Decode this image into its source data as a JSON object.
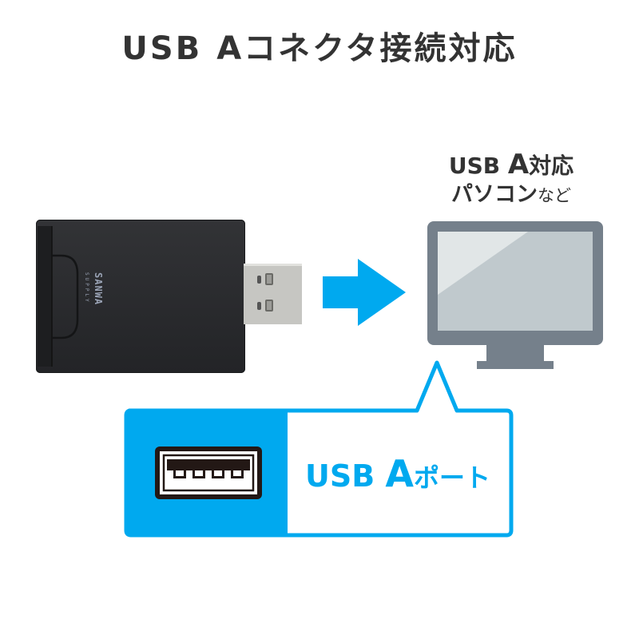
{
  "title": {
    "part1": "USB",
    "part2": "Aコネクタ接続対応"
  },
  "pc_label": {
    "line1_prefix": "USB ",
    "line1_letter": "A",
    "line1_suffix": "対応",
    "line2_main": "パソコン",
    "line2_suffix": "など"
  },
  "device": {
    "brand_top": "SANWA",
    "brand_bottom": "SUPPLY"
  },
  "callout": {
    "text_prefix": "USB ",
    "text_letter": "A",
    "text_suffix": "ポート"
  },
  "colors": {
    "accent_blue": "#00a9ef",
    "title_text": "#333333",
    "monitor_frame": "#75808b",
    "monitor_screen": "#c0c9cd",
    "monitor_glare": "#e1e6e7",
    "device_body": "#2a2b2d",
    "usb_plug": "#c8c8c4"
  },
  "icons": {
    "arrow": "arrow-right-icon",
    "monitor": "monitor-icon",
    "usb_port": "usb-a-port-icon"
  }
}
